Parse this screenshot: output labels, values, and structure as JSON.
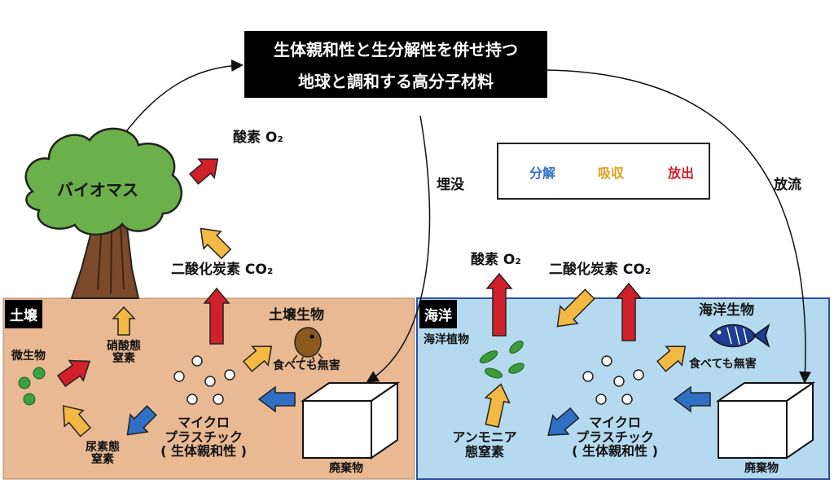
{
  "title": {
    "line1": "生体親和性と生分解性を併せ持つ",
    "line2": "地球と調和する高分子材料"
  },
  "legend": {
    "items": [
      {
        "label": "分解",
        "color": "#2f6fc4"
      },
      {
        "label": "吸収",
        "color": "#f4b942"
      },
      {
        "label": "放出",
        "color": "#d0202a"
      }
    ]
  },
  "colors": {
    "soil_bg": "#e8b992",
    "ocean_bg": "#b5daf0",
    "ocean_border": "#2f4fa8",
    "tree_green": "#6bb04a",
    "trunk": "#7a4a2a",
    "blue_arrow": "#2f6fc4",
    "yellow_arrow": "#f4b942",
    "red_arrow": "#d0202a"
  },
  "labels": {
    "biomass": "バイオマス",
    "oxygen_top": "酸素 O₂",
    "co2_left": "二酸化炭素 CO₂",
    "burial": "埋没",
    "release": "放流"
  },
  "soil": {
    "tag": "土壌",
    "organism": "土壌生物",
    "harmless": "食べても無害",
    "microbe": "微生物",
    "nitrate_l1": "硝酸態",
    "nitrate_l2": "窒素",
    "urea_l1": "尿素態",
    "urea_l2": "窒素",
    "micro_l1": "マイクロ",
    "micro_l2": "プラスチック",
    "micro_l3": "( 生体親和性 )",
    "waste": "廃棄物"
  },
  "ocean": {
    "tag": "海洋",
    "oxygen": "酸素 O₂",
    "co2": "二酸化炭素 CO₂",
    "organism": "海洋生物",
    "harmless": "食べても無害",
    "plant": "海洋植物",
    "ammonia_l1": "アンモニア",
    "ammonia_l2": "態窒素",
    "micro_l1": "マイクロ",
    "micro_l2": "プラスチック",
    "micro_l3": "( 生体親和性 )",
    "waste": "廃棄物"
  }
}
